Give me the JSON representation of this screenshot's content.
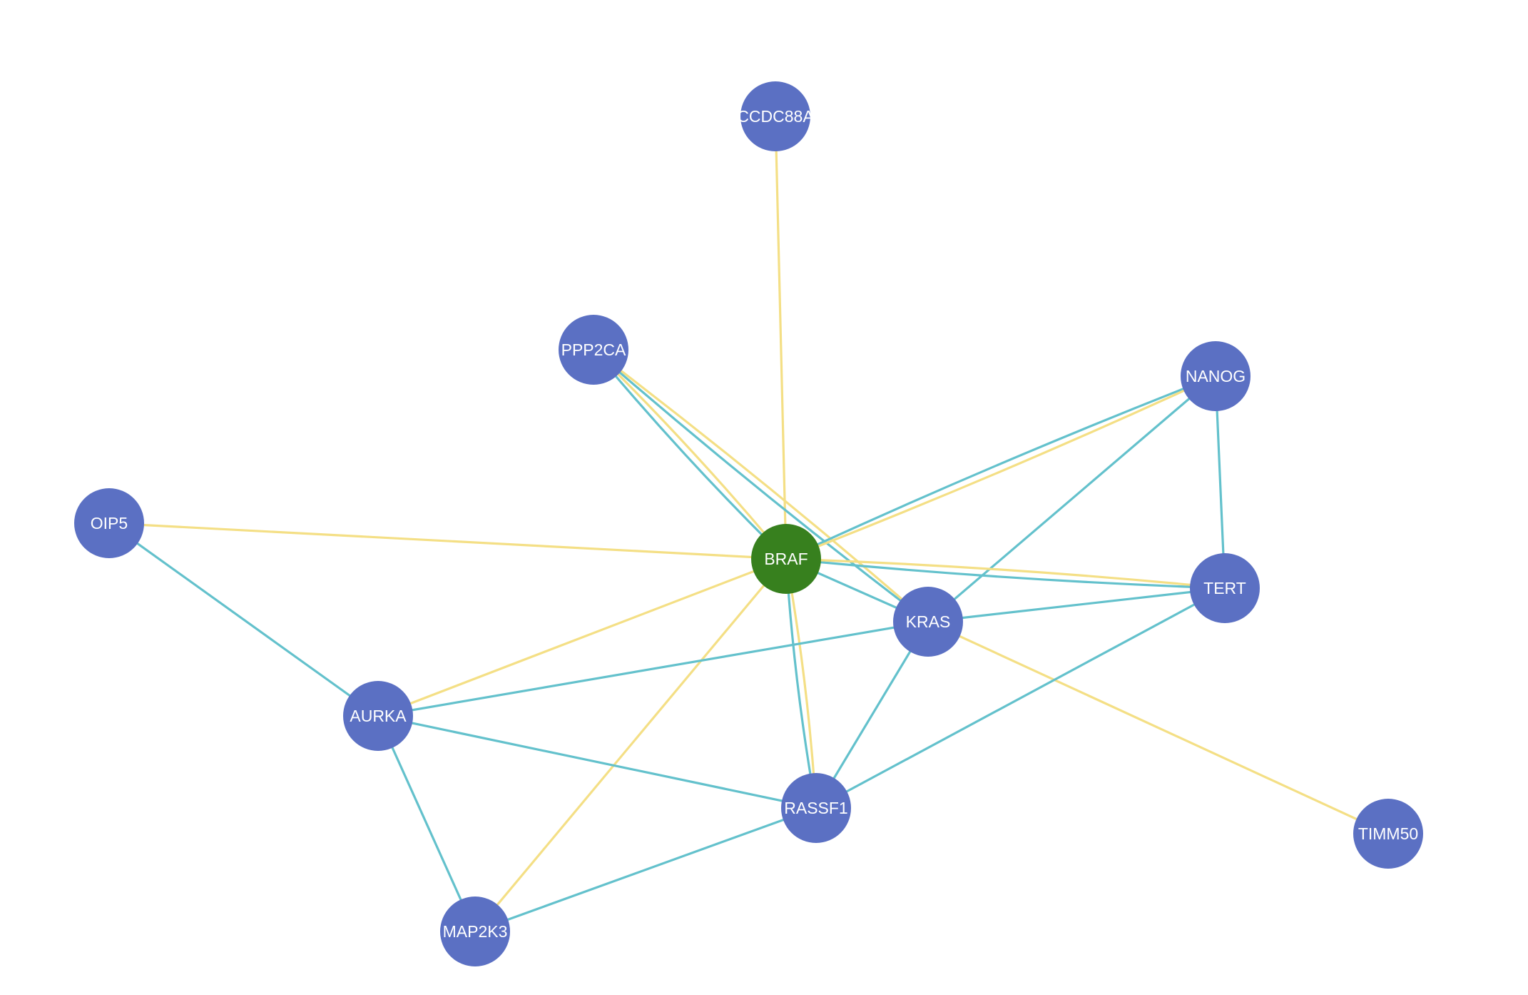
{
  "colors": {
    "node_default": "#5b70c3",
    "node_highlight": "#37801e",
    "edge_teal": "#63c1cc",
    "edge_yellow": "#f4df85"
  },
  "nodes": [
    {
      "id": "CCDC88A",
      "label": "CCDC88A",
      "highlight": false
    },
    {
      "id": "PPP2CA",
      "label": "PPP2CA",
      "highlight": false
    },
    {
      "id": "NANOG",
      "label": "NANOG",
      "highlight": false
    },
    {
      "id": "OIP5",
      "label": "OIP5",
      "highlight": false
    },
    {
      "id": "BRAF",
      "label": "BRAF",
      "highlight": true
    },
    {
      "id": "TERT",
      "label": "TERT",
      "highlight": false
    },
    {
      "id": "KRAS",
      "label": "KRAS",
      "highlight": false
    },
    {
      "id": "AURKA",
      "label": "AURKA",
      "highlight": false
    },
    {
      "id": "RASSF1",
      "label": "RASSF1",
      "highlight": false
    },
    {
      "id": "TIMM50",
      "label": "TIMM50",
      "highlight": false
    },
    {
      "id": "MAP2K3",
      "label": "MAP2K3",
      "highlight": false
    }
  ],
  "edges": [
    {
      "source": "CCDC88A",
      "target": "BRAF",
      "color": "yellow"
    },
    {
      "source": "PPP2CA",
      "target": "BRAF",
      "color": "teal"
    },
    {
      "source": "PPP2CA",
      "target": "BRAF",
      "color": "yellow"
    },
    {
      "source": "PPP2CA",
      "target": "KRAS",
      "color": "teal"
    },
    {
      "source": "PPP2CA",
      "target": "KRAS",
      "color": "yellow"
    },
    {
      "source": "NANOG",
      "target": "BRAF",
      "color": "teal"
    },
    {
      "source": "NANOG",
      "target": "BRAF",
      "color": "yellow"
    },
    {
      "source": "NANOG",
      "target": "KRAS",
      "color": "teal"
    },
    {
      "source": "NANOG",
      "target": "TERT",
      "color": "teal"
    },
    {
      "source": "OIP5",
      "target": "BRAF",
      "color": "yellow"
    },
    {
      "source": "OIP5",
      "target": "AURKA",
      "color": "teal"
    },
    {
      "source": "BRAF",
      "target": "TERT",
      "color": "teal"
    },
    {
      "source": "BRAF",
      "target": "TERT",
      "color": "yellow"
    },
    {
      "source": "BRAF",
      "target": "KRAS",
      "color": "teal"
    },
    {
      "source": "BRAF",
      "target": "AURKA",
      "color": "yellow"
    },
    {
      "source": "BRAF",
      "target": "RASSF1",
      "color": "teal"
    },
    {
      "source": "BRAF",
      "target": "RASSF1",
      "color": "yellow"
    },
    {
      "source": "BRAF",
      "target": "MAP2K3",
      "color": "yellow"
    },
    {
      "source": "KRAS",
      "target": "TERT",
      "color": "teal"
    },
    {
      "source": "KRAS",
      "target": "AURKA",
      "color": "teal"
    },
    {
      "source": "KRAS",
      "target": "RASSF1",
      "color": "teal"
    },
    {
      "source": "KRAS",
      "target": "TIMM50",
      "color": "yellow"
    },
    {
      "source": "TERT",
      "target": "RASSF1",
      "color": "teal"
    },
    {
      "source": "AURKA",
      "target": "RASSF1",
      "color": "teal"
    },
    {
      "source": "AURKA",
      "target": "MAP2K3",
      "color": "teal"
    },
    {
      "source": "RASSF1",
      "target": "MAP2K3",
      "color": "teal"
    }
  ]
}
